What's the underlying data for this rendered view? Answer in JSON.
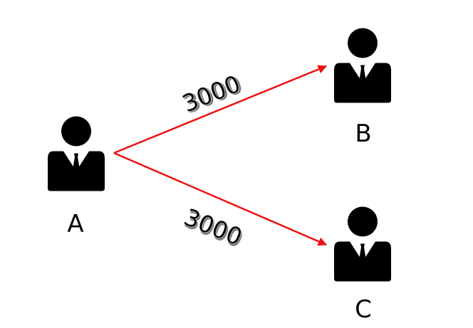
{
  "colors": {
    "arrow": "#ee1111",
    "person": "#000000",
    "background": "#ffffff"
  },
  "nodes": [
    {
      "id": "A",
      "label": "A",
      "icon": "businessman-icon"
    },
    {
      "id": "B",
      "label": "B",
      "icon": "businessman-icon"
    },
    {
      "id": "C",
      "label": "C",
      "icon": "businessman-icon"
    }
  ],
  "edges": [
    {
      "from": "A",
      "to": "B",
      "label": "3000"
    },
    {
      "from": "A",
      "to": "C",
      "label": "3000"
    }
  ]
}
